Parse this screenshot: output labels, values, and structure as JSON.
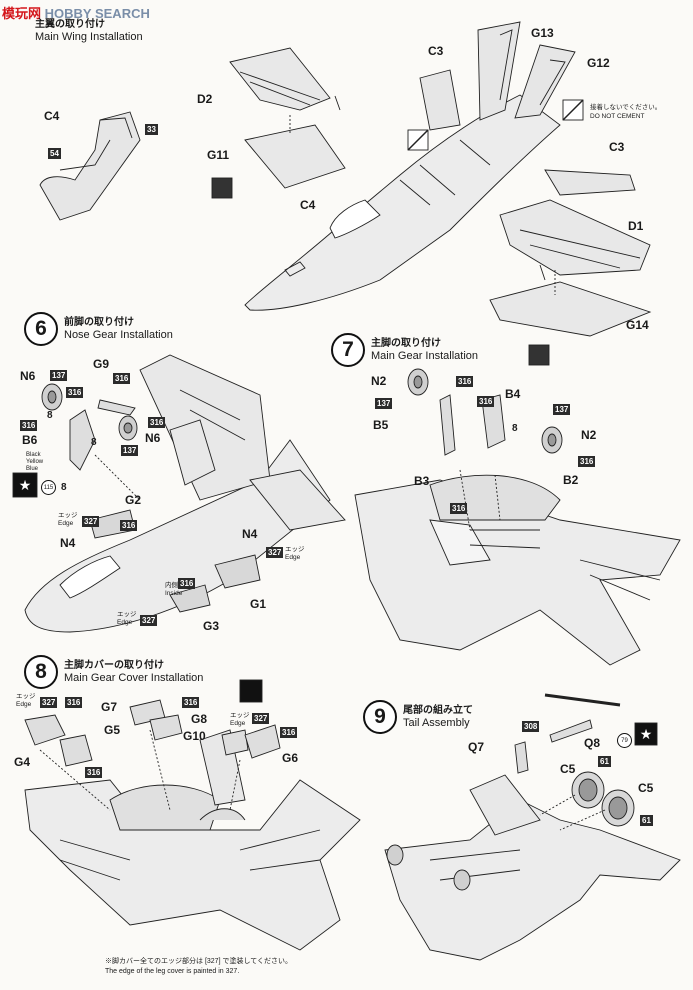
{
  "header": {
    "logo_cn": "模玩网",
    "logo_en": "HOBBY SEARCH"
  },
  "step5": {
    "title_jp": "主翼の取り付け",
    "title_en": "Main Wing Installation",
    "labels": [
      "C4",
      "33",
      "54",
      "D2",
      "G11",
      "C4",
      "C3",
      "G13",
      "G12",
      "C3",
      "D1",
      "G14"
    ],
    "note_jp": "接着しないでください。",
    "note_en": "DO NOT CEMENT"
  },
  "step6": {
    "num": "6",
    "title_jp": "前脚の取り付け",
    "title_en": "Nose Gear Installation",
    "labels": [
      "N6",
      "137",
      "316",
      "G9",
      "316",
      "316",
      "N6",
      "137",
      "8",
      "8",
      "316",
      "B6",
      "8",
      "115",
      "G2",
      "327",
      "316",
      "N4",
      "N4",
      "327",
      "G1",
      "316",
      "327",
      "G3"
    ],
    "edge_jp": "エッジ",
    "edge_en": "Edge",
    "inside_jp": "内側",
    "inside_en": "Inside",
    "color_codes": [
      "Black",
      "Yellow",
      "Blue"
    ]
  },
  "step7": {
    "num": "7",
    "title_jp": "主脚の取り付け",
    "title_en": "Main Gear Installation",
    "labels": [
      "N2",
      "316",
      "137",
      "B5",
      "316",
      "B4",
      "137",
      "8",
      "N2",
      "316",
      "B3",
      "B2",
      "316"
    ]
  },
  "step8": {
    "num": "8",
    "title_jp": "主脚カバーの取り付け",
    "title_en": "Main Gear Cover Installation",
    "labels": [
      "316",
      "G7",
      "316",
      "G5",
      "G8",
      "327",
      "G10",
      "316",
      "G4",
      "316",
      "G6",
      "327"
    ]
  },
  "step9": {
    "num": "9",
    "title_jp": "尾部の組み立て",
    "title_en": "Tail Assembly",
    "labels": [
      "308",
      "Q8",
      "79",
      "Q7",
      "C5",
      "61",
      "C5",
      "61"
    ]
  },
  "footnote": {
    "jp": "※脚カバー全てのエッジ部分は [327] で塗装してください。",
    "en": "The edge of the leg cover is painted in 327."
  }
}
